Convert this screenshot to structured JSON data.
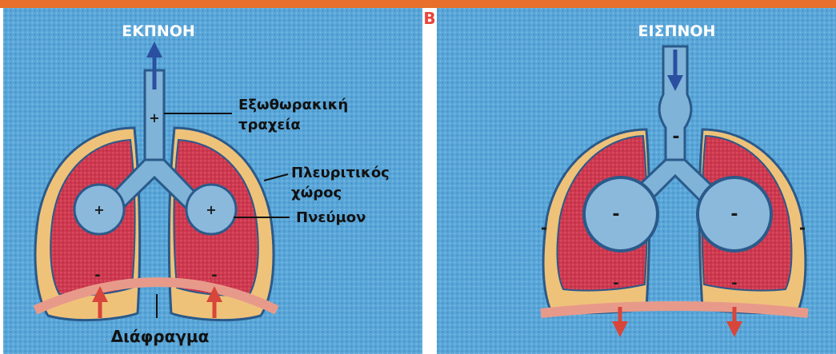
{
  "figure": {
    "panel_letter": "B",
    "left_panel": {
      "title": "ΕΚΠΝΟΗ",
      "labels": {
        "trachea_line1": "Εξωθωρακική",
        "trachea_line2": "τραχεία",
        "pleural_line1": "Πλευριτικός",
        "pleural_line2": "χώρος",
        "lung": "Πνεύμον",
        "diaphragm": "Διάφραγμα"
      },
      "signs": {
        "trachea": "+",
        "alveolus_left": "+",
        "alveolus_right": "+",
        "pleural_left": "-",
        "pleural_right": "-"
      }
    },
    "right_panel": {
      "title": "ΕΙΣΠΝΟΗ",
      "signs": {
        "trachea": "-",
        "alveolus_left": "-",
        "alveolus_right": "-",
        "pleural_left": "-",
        "pleural_right": "-",
        "side_left": "-",
        "side_right": "-"
      }
    },
    "colors": {
      "frame": "#e8702c",
      "background": "#5aa6d8",
      "lung": "#cf3a50",
      "pleura": "#efc27a",
      "airway": "#7fb3d8",
      "outline": "#2a5a8a",
      "arrow_red": "#d8453a",
      "arrow_blue": "#2b4fa0",
      "diaphragm": "#e89a8a"
    }
  }
}
